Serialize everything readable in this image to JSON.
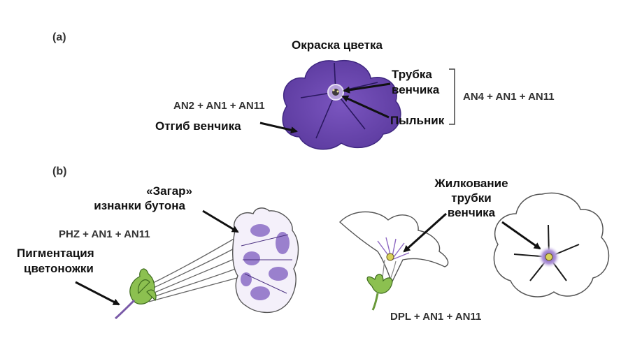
{
  "panels": {
    "a": "(a)",
    "b": "(b)"
  },
  "labels": {
    "flower_color": "Окраска цветка",
    "tube_line1": "Трубка",
    "tube_line2": "венчика",
    "anther": "Пыльник",
    "limb": "Отгиб венчика",
    "tan_line1": "«Загар»",
    "tan_line2": "изнанки бутона",
    "pedicel_line1": "Пигментация",
    "pedicel_line2": "цветоножки",
    "venation_line1": "Жилкование",
    "venation_line2": "трубки",
    "venation_line3": "венчика"
  },
  "genes": {
    "an2": "AN2 + AN1 + AN11",
    "an4": "AN4 + AN1 + AN11",
    "phz": "PHZ + AN1 + AN11",
    "dpl": "DPL + AN1 + AN11"
  },
  "colors": {
    "purple": "#6b46ad",
    "purple_light": "#a58ad4",
    "green": "#7fb347",
    "outline": "#555555",
    "text": "#111111"
  }
}
